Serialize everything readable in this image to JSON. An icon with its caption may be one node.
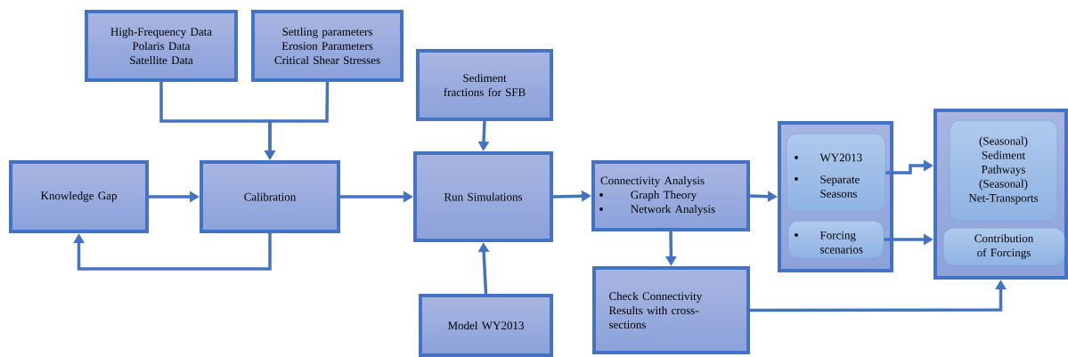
{
  "diagram": {
    "nodes": [
      {
        "text": [
          "High-Frequency Data",
          "Polaris Data",
          "Satellite Data"
        ]
      },
      {
        "text": [
          "Settling parameters",
          "Erosion Parameters",
          "Critical Shear Stresses"
        ]
      },
      {
        "text": [
          "Knowledge Gap"
        ]
      },
      {
        "text": [
          "Calibration"
        ]
      },
      {
        "text": [
          "Sediment fractions for SFB"
        ]
      },
      {
        "text": [
          "Run Simulations"
        ]
      },
      {
        "text": [
          "Model WY2013"
        ]
      },
      {
        "text": [
          "Connectivity Analysis",
          "Graph Theory",
          "Network Analysis"
        ]
      },
      {
        "text": [
          "Check Connectivity Results with cross-sections"
        ]
      },
      {
        "text": [],
        "shape": "box"
      },
      {
        "text": [
          "WY2013",
          "Separate Seasons"
        ],
        "in": 9
      },
      {
        "text": [
          "Forcing scenarios"
        ],
        "in": 9
      },
      {
        "text": [],
        "shape": "box"
      },
      {
        "text": [
          "(Seasonal) Sediment Pathways",
          "(Seasonal) Net-Transports"
        ],
        "in": 12
      },
      {
        "text": [
          "Contribution of Forcings"
        ],
        "in": 12
      }
    ],
    "edges": [
      {
        "from": 0,
        "to": 3,
        "arrow": "to"
      },
      {
        "from": 1,
        "to": 3,
        "arrow": "to"
      },
      {
        "from": 2,
        "to": 3,
        "arrow": "to"
      },
      {
        "from": 3,
        "to": 2,
        "arrow": "to"
      },
      {
        "from": 3,
        "to": 5,
        "arrow": "to"
      },
      {
        "from": 4,
        "to": 5,
        "arrow": "to"
      },
      {
        "from": 6,
        "to": 5,
        "arrow": "to"
      },
      {
        "from": 5,
        "to": 7,
        "arrow": "to"
      },
      {
        "from": 7,
        "to": 9,
        "arrow": "to"
      },
      {
        "from": 7,
        "to": 8,
        "arrow": "to"
      },
      {
        "from": 10,
        "to": 12,
        "arrow": "to"
      },
      {
        "from": 11,
        "to": 12,
        "arrow": "to"
      },
      {
        "from": 8,
        "to": 12,
        "arrow": "to"
      }
    ]
  }
}
